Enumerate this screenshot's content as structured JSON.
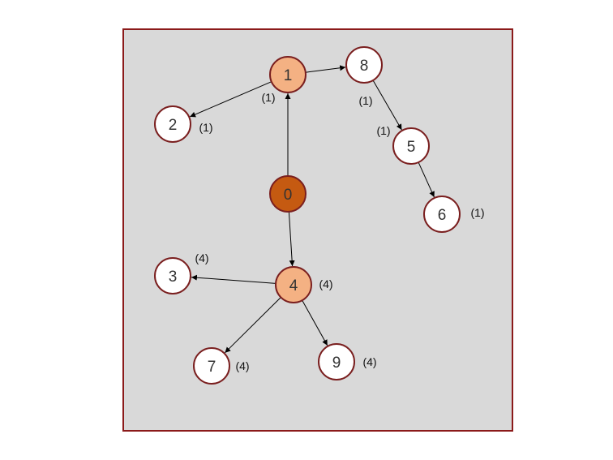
{
  "colors": {
    "background": "#ffffff",
    "panel_fill": "#d9d9d9",
    "panel_border": "#8b1a1a",
    "node_border": "#7a1f1f",
    "node_default": "#ffffff",
    "node_root": "#c55a11",
    "node_child": "#f4b183",
    "edge": "#000000"
  },
  "nodes": [
    {
      "id": "0",
      "label": "0",
      "role": "root"
    },
    {
      "id": "1",
      "label": "1",
      "role": "child"
    },
    {
      "id": "2",
      "label": "2",
      "role": "default"
    },
    {
      "id": "3",
      "label": "3",
      "role": "default"
    },
    {
      "id": "4",
      "label": "4",
      "role": "child"
    },
    {
      "id": "5",
      "label": "5",
      "role": "default"
    },
    {
      "id": "6",
      "label": "6",
      "role": "default"
    },
    {
      "id": "7",
      "label": "7",
      "role": "default"
    },
    {
      "id": "8",
      "label": "8",
      "role": "default"
    },
    {
      "id": "9",
      "label": "9",
      "role": "default"
    }
  ],
  "edges": [
    {
      "from": "0",
      "to": "1"
    },
    {
      "from": "0",
      "to": "4"
    },
    {
      "from": "1",
      "to": "2"
    },
    {
      "from": "1",
      "to": "8"
    },
    {
      "from": "8",
      "to": "5"
    },
    {
      "from": "5",
      "to": "6"
    },
    {
      "from": "4",
      "to": "3"
    },
    {
      "from": "4",
      "to": "7"
    },
    {
      "from": "4",
      "to": "9"
    }
  ],
  "tags": [
    {
      "node": "1",
      "text": "(1)"
    },
    {
      "node": "2",
      "text": "(1)"
    },
    {
      "node": "8",
      "text": "(1)"
    },
    {
      "node": "5",
      "text": "(1)"
    },
    {
      "node": "6",
      "text": "(1)"
    },
    {
      "node": "3",
      "text": "(4)"
    },
    {
      "node": "4",
      "text": "(4)"
    },
    {
      "node": "7",
      "text": "(4)"
    },
    {
      "node": "9",
      "text": "(4)"
    }
  ]
}
